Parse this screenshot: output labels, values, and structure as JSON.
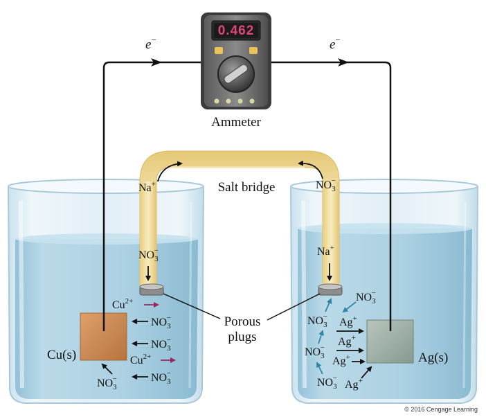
{
  "ammeter": {
    "reading": "0.462",
    "label": "Ammeter"
  },
  "electron_left": "e",
  "electron_right": "e",
  "electron_charge": "−",
  "salt_bridge_label": "Salt bridge",
  "porous_line1": "Porous",
  "porous_line2": "plugs",
  "left_electrode_label": "Cu(s)",
  "right_electrode_label": "Ag(s)",
  "ions": {
    "na": "Na",
    "no3": "NO",
    "cu": "Cu",
    "ag": "Ag",
    "plus": "+",
    "two_plus": "2+",
    "minus": "−",
    "three": "3"
  },
  "copyright": "© 2016 Cengage Learning",
  "colors": {
    "solution": "#a9cfe1",
    "glass": "#dcecf4",
    "bridge": "#f1dd9c",
    "copper": "#c98a56",
    "silver": "#9fb0a6",
    "cu_arrow": "#9a2462",
    "no3_arrow_right": "#2f86a8",
    "display_text": "#e0457b"
  }
}
